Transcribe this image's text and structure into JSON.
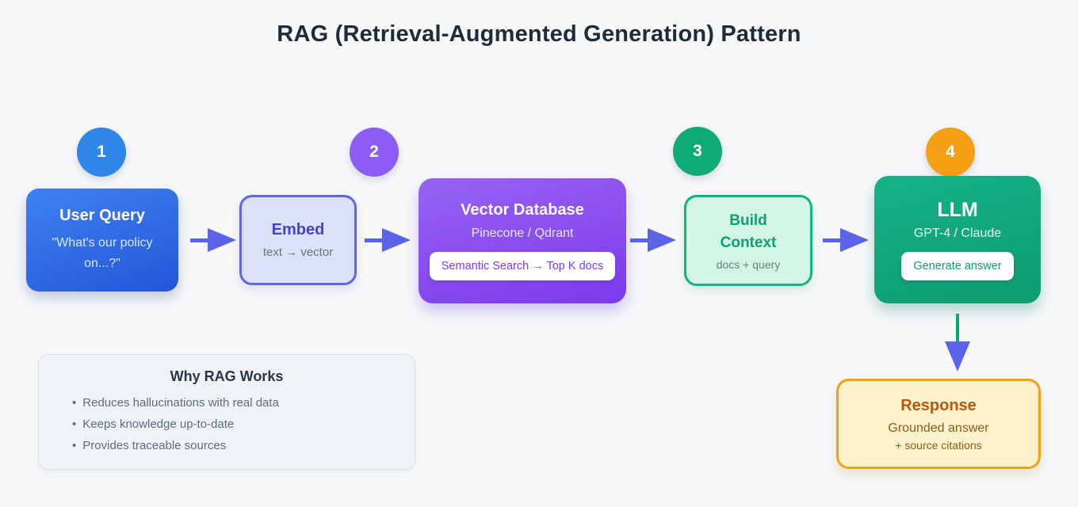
{
  "page": {
    "title": "RAG (Retrieval-Augmented Generation) Pattern",
    "background_color": "#f7f8fa",
    "title_color": "#1d2b3a"
  },
  "badges": [
    {
      "number": "1",
      "color": "#2f86e8"
    },
    {
      "number": "2",
      "color": "#8b5cf6"
    },
    {
      "number": "3",
      "color": "#0fab77"
    },
    {
      "number": "4",
      "color": "#f5a012"
    }
  ],
  "nodes": {
    "user_query": {
      "title": "User Query",
      "subtitle": "\"What's our policy on...?\"",
      "gradient_top": "#3e82f2",
      "gradient_bottom": "#2356d8"
    },
    "embed": {
      "title": "Embed",
      "subtitle": "text → vector",
      "bg": "#dce1f9",
      "border": "#6165e6"
    },
    "vector_db": {
      "title": "Vector Database",
      "subtitle": "Pinecone / Qdrant",
      "badge": "Semantic Search → Top K docs",
      "gradient_top": "#9763f2",
      "gradient_bottom": "#7c3aed"
    },
    "build_context": {
      "title": "Build Context",
      "subtitle": "docs + query",
      "bg": "#d3f5e6",
      "border": "#12b381"
    },
    "llm": {
      "title": "LLM",
      "subtitle": "GPT-4 / Claude",
      "badge": "Generate answer",
      "gradient_top": "#16b286",
      "gradient_bottom": "#0c9c70"
    },
    "response": {
      "title": "Response",
      "subtitle_line1": "Grounded answer",
      "subtitle_line2": "+ source citations",
      "bg": "#fdf2cc",
      "border": "#f0a115"
    }
  },
  "why_panel": {
    "title": "Why RAG Works",
    "bullet_marker": "•",
    "bullets": [
      "Reduces hallucinations with real data",
      "Keeps knowledge up-to-date",
      "Provides traceable sources"
    ]
  },
  "arrows": {
    "horizontal_color": "#5b63e8",
    "down_stem_color": "#0ea371",
    "down_head_color": "#5b63e8"
  }
}
